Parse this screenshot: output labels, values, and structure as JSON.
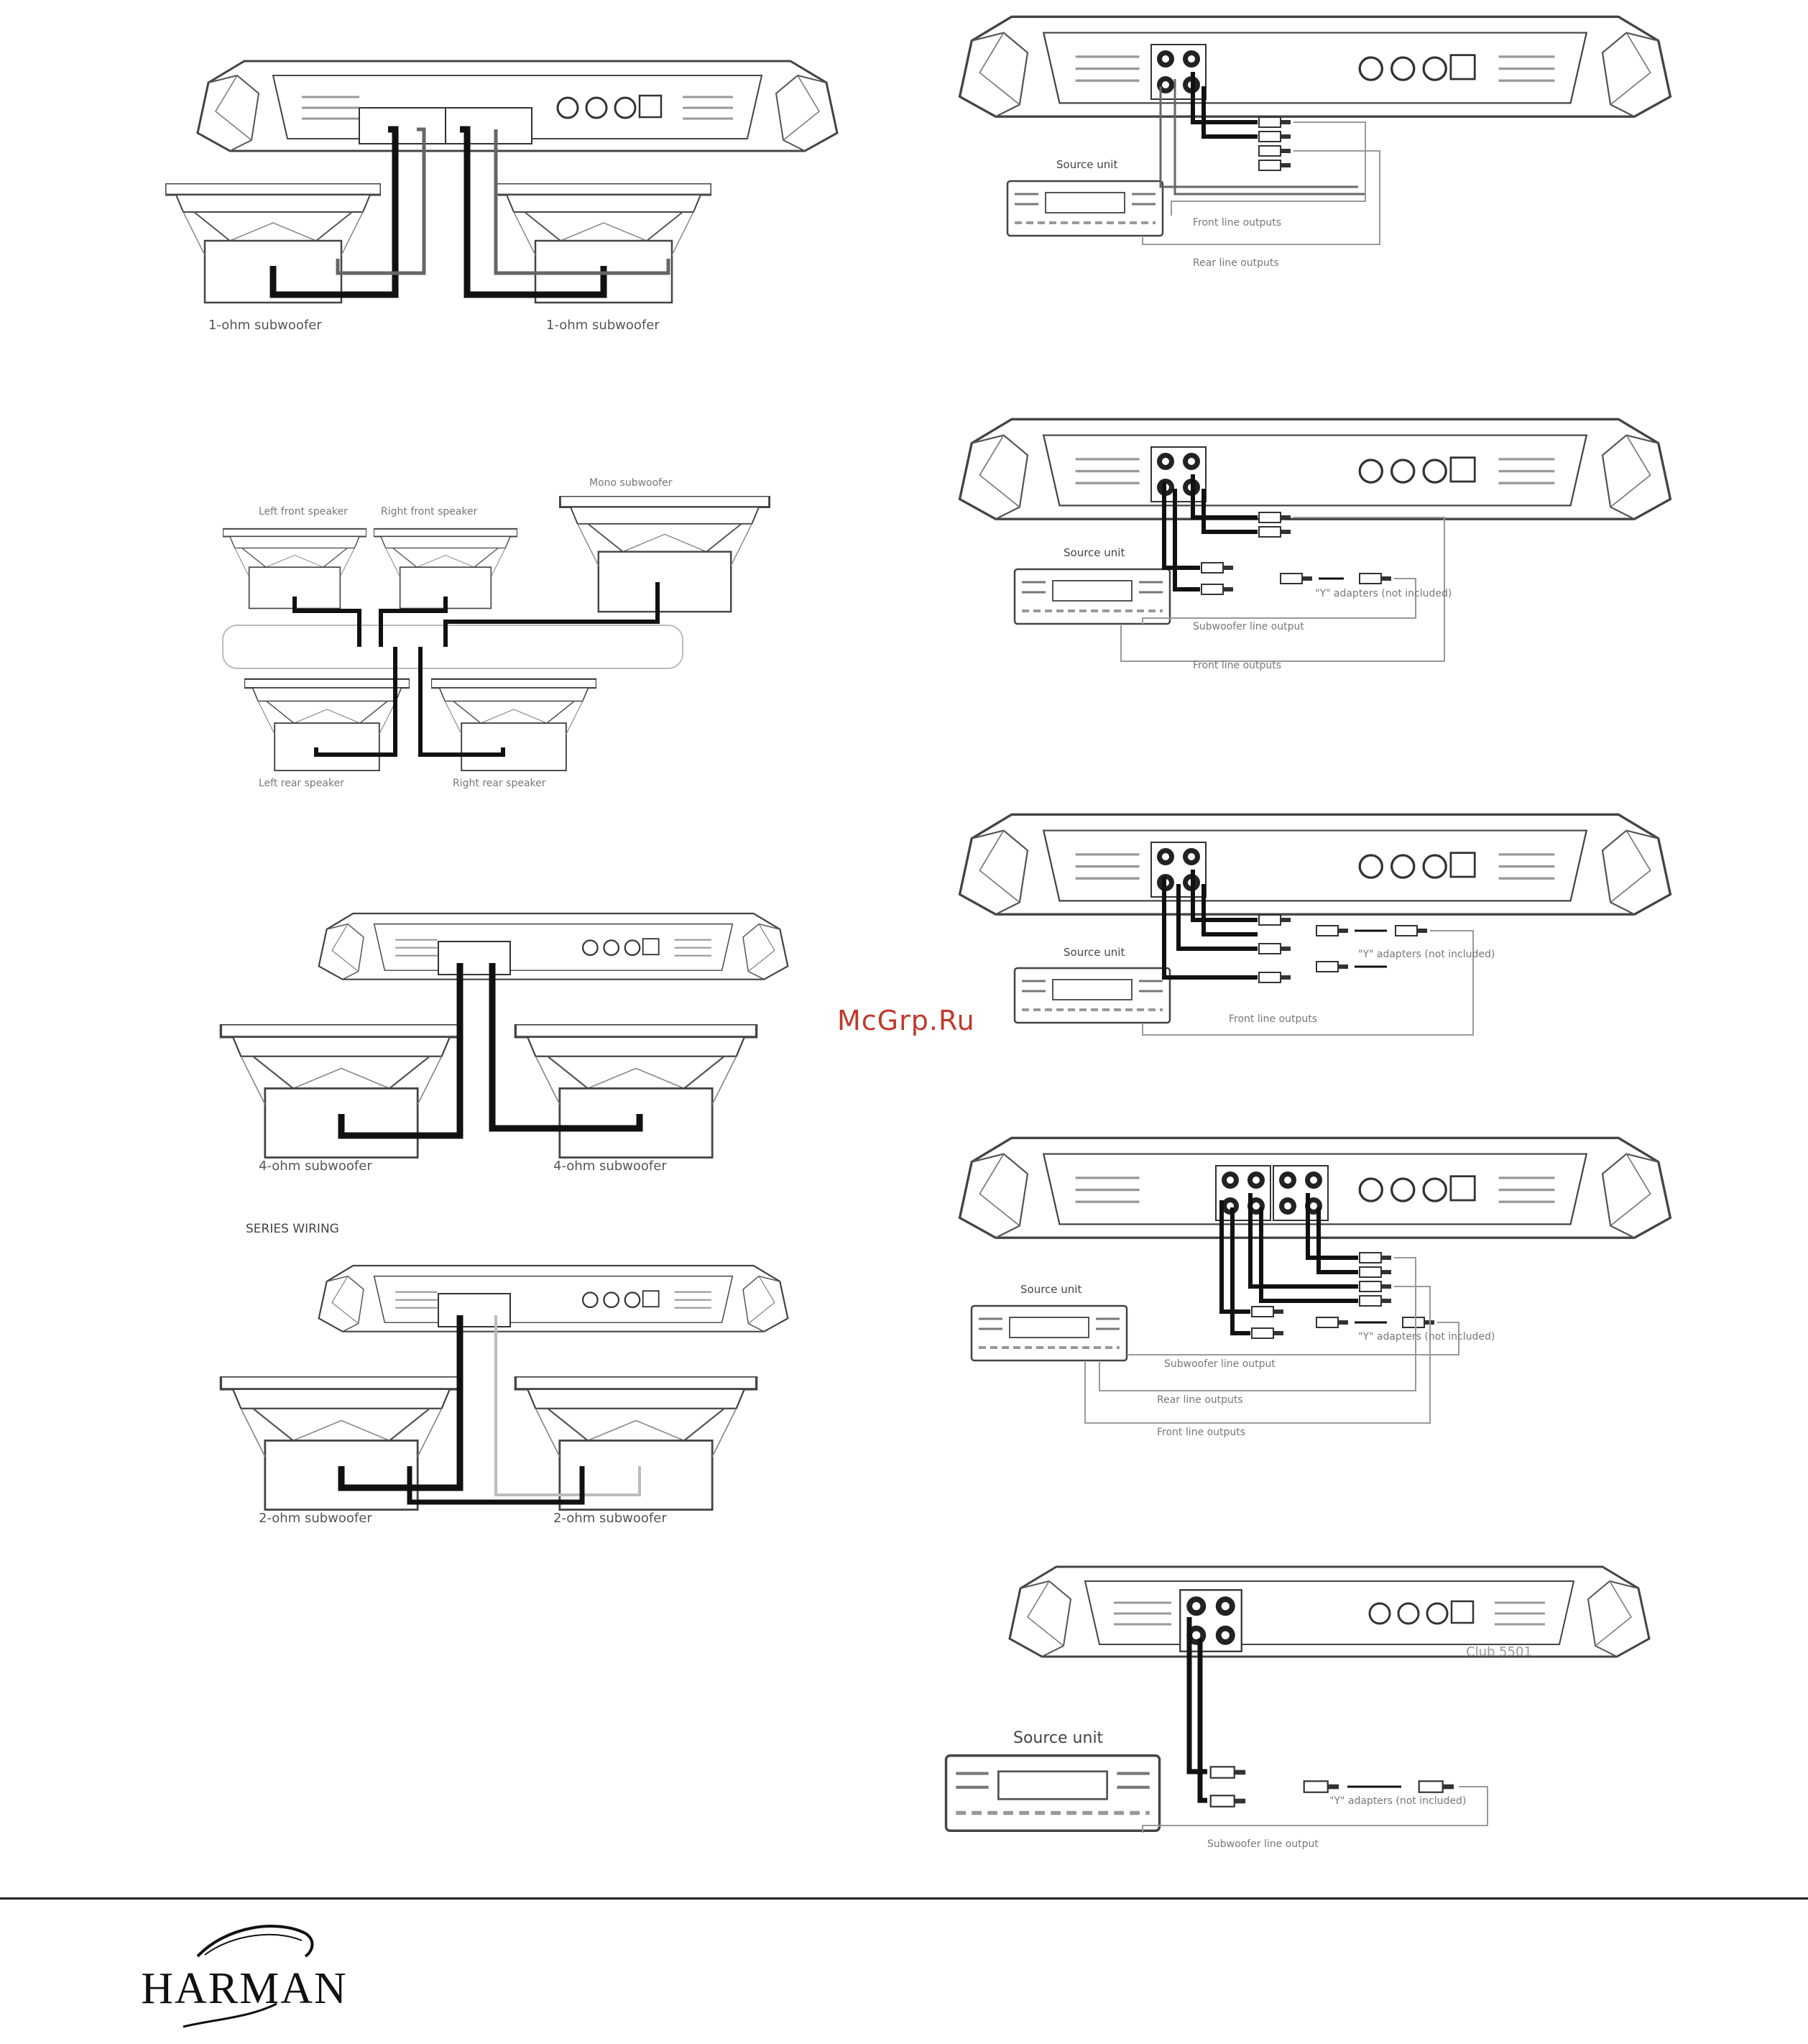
{
  "diagram_a": {
    "left_label": "1-ohm subwoofer",
    "right_label": "1-ohm subwoofer"
  },
  "diagram_b": {
    "left_front": "Left front speaker",
    "right_front": "Right front speaker",
    "mono_sub": "Mono subwoofer",
    "left_rear": "Left rear speaker",
    "right_rear": "Right rear speaker"
  },
  "diagram_c": {
    "left_label": "4-ohm subwoofer",
    "right_label": "4-ohm subwoofer"
  },
  "diagram_d": {
    "heading": "SERIES WIRING",
    "left_label": "2-ohm subwoofer",
    "right_label": "2-ohm subwoofer"
  },
  "diagram_e": {
    "source": "Source unit",
    "out1": "Front line outputs",
    "out2": "Rear line outputs"
  },
  "diagram_f": {
    "source": "Source unit",
    "out1": "Subwoofer line output",
    "out2": "Front line outputs",
    "adapter": "\"Y\" adapters (not included)"
  },
  "diagram_g": {
    "source": "Source unit",
    "out1": "Front line outputs",
    "adapter": "\"Y\" adapters (not included)"
  },
  "diagram_h": {
    "source": "Source unit",
    "out1": "Subwoofer line output",
    "out2": "Rear line outputs",
    "out3": "Front line outputs",
    "adapter": "\"Y\" adapters (not included)"
  },
  "diagram_i": {
    "source": "Source unit",
    "out1": "Subwoofer line output",
    "adapter": "\"Y\" adapters (not included)",
    "model": "Club 5501"
  },
  "watermark": "McGrp.Ru",
  "logo": {
    "text": "HARMAN"
  }
}
